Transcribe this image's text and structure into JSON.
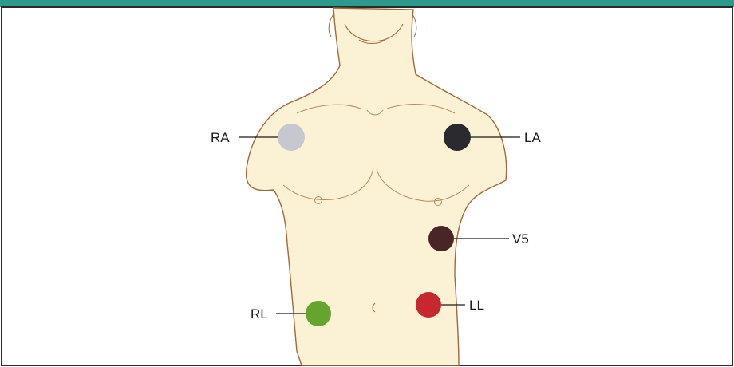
{
  "colors": {
    "header_bar": "#2c9a8c",
    "border": "#2a2a2a",
    "background": "#ffffff",
    "skin_fill": "#fbf2d6",
    "skin_outline": "#9c6b3f"
  },
  "electrodes": [
    {
      "id": "RA",
      "label": "RA",
      "color": "#c6c7cf"
    },
    {
      "id": "LA",
      "label": "LA",
      "color": "#2a2a2f"
    },
    {
      "id": "V5",
      "label": "V5",
      "color": "#4a2527"
    },
    {
      "id": "RL",
      "label": "RL",
      "color": "#66a430"
    },
    {
      "id": "LL",
      "label": "LL",
      "color": "#c7282d"
    }
  ]
}
